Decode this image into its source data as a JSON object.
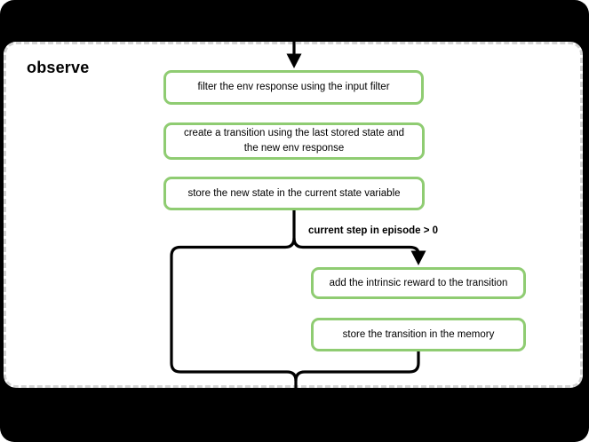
{
  "diagram": {
    "title": "observe",
    "condition_label": "current step in episode > 0",
    "boxes": [
      {
        "id": "filter-env-response",
        "label": "filter the env response using the input filter"
      },
      {
        "id": "create-transition",
        "label": "create a transition using the last stored state and the new env response"
      },
      {
        "id": "store-new-state",
        "label": "store the new state in the current state variable"
      },
      {
        "id": "add-intrinsic-reward",
        "label": "add the intrinsic reward to the transition"
      },
      {
        "id": "store-transition-memory",
        "label": "store the transition in the memory"
      }
    ],
    "colors": {
      "background": "#000000",
      "panel_background": "#ffffff",
      "panel_border": "#d4d4d4",
      "box_border": "#8fcc72",
      "line": "#000000"
    }
  }
}
